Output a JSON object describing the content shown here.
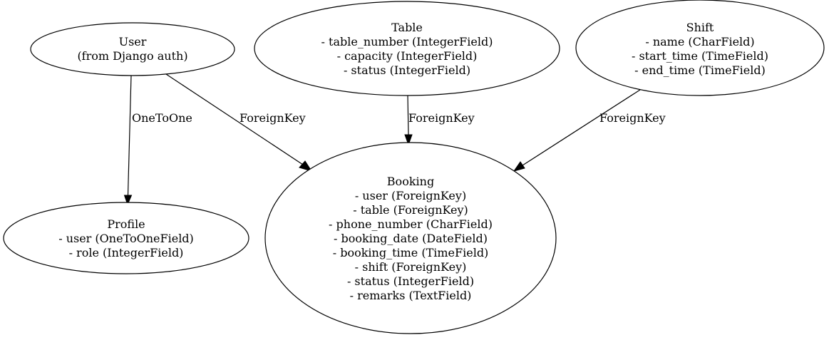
{
  "nodes": {
    "user": {
      "title": "User",
      "lines": [
        "(from Django auth)"
      ]
    },
    "table": {
      "title": "Table",
      "lines": [
        "- table_number (IntegerField)",
        "- capacity (IntegerField)",
        "- status (IntegerField)"
      ]
    },
    "shift": {
      "title": "Shift",
      "lines": [
        "- name (CharField)",
        "- start_time (TimeField)",
        "- end_time (TimeField)"
      ]
    },
    "profile": {
      "title": "Profile",
      "lines": [
        "- user (OneToOneField)",
        "- role (IntegerField)"
      ]
    },
    "booking": {
      "title": "Booking",
      "lines": [
        "- user (ForeignKey)",
        "- table (ForeignKey)",
        "- phone_number (CharField)",
        "- booking_date (DateField)",
        "- booking_time (TimeField)",
        "- shift (ForeignKey)",
        "- status (IntegerField)",
        "- remarks (TextField)"
      ]
    }
  },
  "edges": {
    "user_profile": "OneToOne",
    "user_booking": "ForeignKey",
    "table_booking": "ForeignKey",
    "shift_booking": "ForeignKey"
  }
}
